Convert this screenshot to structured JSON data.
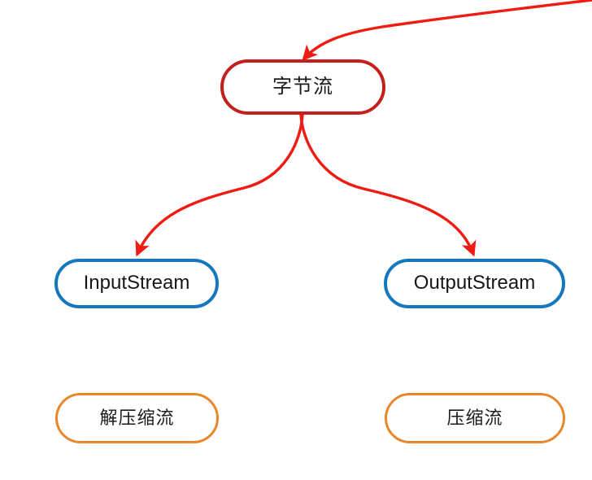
{
  "diagram": {
    "type": "mindmap-tree",
    "background_color": "#ffffff",
    "nodes": [
      {
        "id": "byte-stream",
        "label": "字节流",
        "shape": "rounded-rectangle",
        "border_color": "#c41f1c",
        "fill_color": "#ffffff",
        "text_color": "#1b1b1b"
      },
      {
        "id": "input-stream",
        "label": "InputStream",
        "shape": "rounded-rectangle",
        "border_color": "#1577bd",
        "fill_color": "#ffffff",
        "text_color": "#161616"
      },
      {
        "id": "output-stream",
        "label": "OutputStream",
        "shape": "rounded-rectangle",
        "border_color": "#1577bd",
        "fill_color": "#ffffff",
        "text_color": "#161616"
      },
      {
        "id": "decompress-stream",
        "label": "解压缩流",
        "shape": "rounded-rectangle",
        "border_color": "#e8862a",
        "fill_color": "#ffffff",
        "text_color": "#1b1b1b"
      },
      {
        "id": "compress-stream",
        "label": "压缩流",
        "shape": "rounded-rectangle",
        "border_color": "#e8862a",
        "fill_color": "#ffffff",
        "text_color": "#1b1b1b"
      }
    ],
    "edges": [
      {
        "id": "incoming-to-byte-stream",
        "from": "offscreen-right",
        "to": "byte-stream",
        "color": "#ef1c13",
        "arrowhead": "to"
      },
      {
        "id": "byte-stream-to-input-stream",
        "from": "byte-stream",
        "to": "input-stream",
        "color": "#ef1c13",
        "arrowhead": "to"
      },
      {
        "id": "byte-stream-to-output-stream",
        "from": "byte-stream",
        "to": "output-stream",
        "color": "#ef1c13",
        "arrowhead": "to"
      }
    ]
  }
}
